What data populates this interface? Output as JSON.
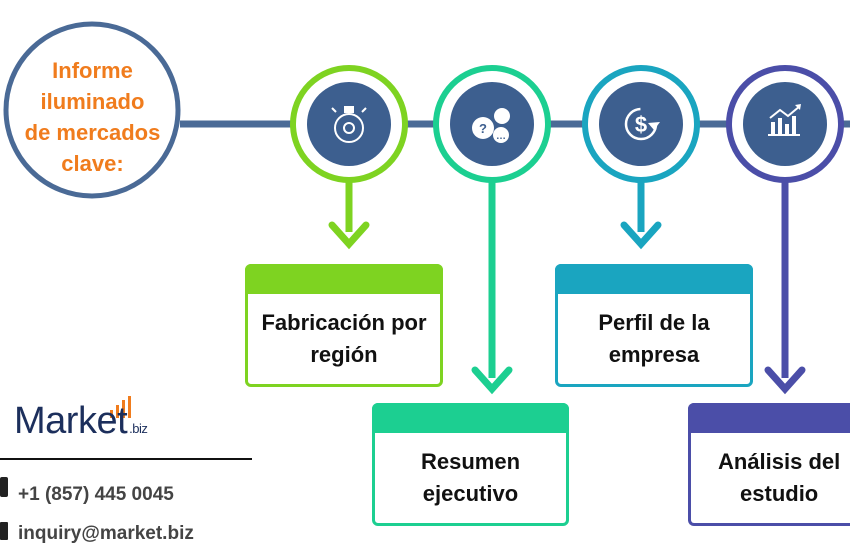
{
  "title_lines": [
    "Informe",
    "iluminado",
    "de mercados",
    "clave:"
  ],
  "steps": [
    {
      "icon": "stopwatch-gear-icon",
      "color": "#7ed321",
      "label_lines": [
        "Fabricación por",
        "región"
      ]
    },
    {
      "icon": "chat-bubbles-icon",
      "color": "#1ccf91",
      "label_lines": [
        "Resumen",
        "ejecutivo"
      ]
    },
    {
      "icon": "dollar-cycle-icon",
      "color": "#1aa5c0",
      "label_lines": [
        "Perfil de la",
        "empresa"
      ]
    },
    {
      "icon": "growth-chart-icon",
      "color": "#4b4ea8",
      "label_lines": [
        "Análisis del",
        "estudio"
      ]
    }
  ],
  "colors": {
    "accent_title": "#f07c1d",
    "connector": "#4a6a96",
    "circle_fill": "#3d5f8f",
    "brand": "#1c2f5c"
  },
  "logo": {
    "name": "Market",
    "suffix": ".biz"
  },
  "contact": {
    "phone": "+1 (857) 445 0045",
    "email": "inquiry@market.biz"
  }
}
